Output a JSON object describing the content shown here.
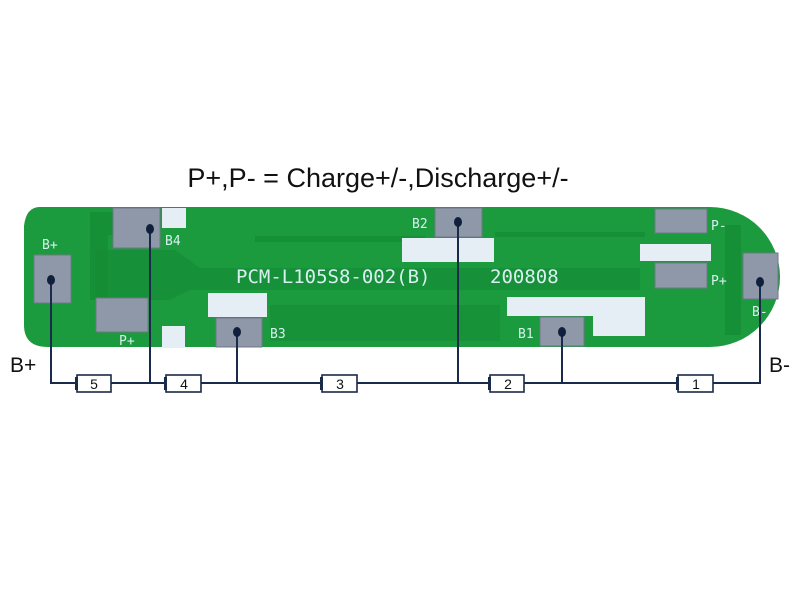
{
  "title": "P+,P- = Charge+/-,Discharge+/-",
  "board": {
    "model": "PCM-L105S8-002(B)",
    "date_code": "200808",
    "pad_labels": {
      "b_plus": "B+",
      "b4": "B4",
      "p_plus_left": "P+",
      "b3": "B3",
      "b2": "B2",
      "b1": "B1",
      "p_minus": "P-",
      "p_plus_right": "P+",
      "b_minus": "B-"
    }
  },
  "circuit": {
    "terminal_left": "B+",
    "terminal_right": "B-",
    "cells": [
      "5",
      "4",
      "3",
      "2",
      "1"
    ]
  },
  "colors": {
    "board": "#1b9a3e",
    "wire": "#1a2a4a"
  }
}
